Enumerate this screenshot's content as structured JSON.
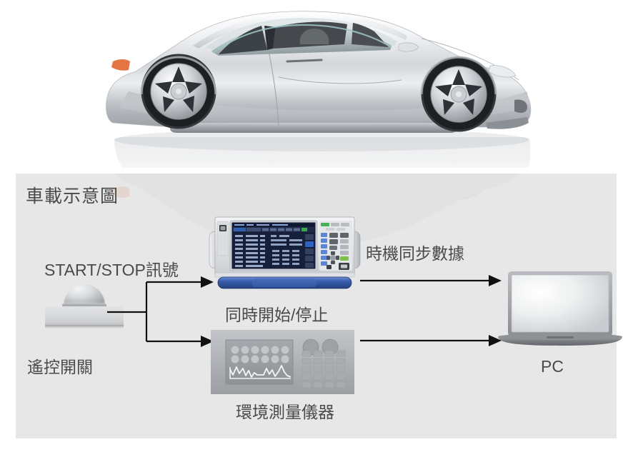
{
  "page": {
    "background": "#ffffff",
    "panel_color": "#e7e7e7",
    "text_color": "#4a4a4a",
    "accent_blue": "#3a5fae"
  },
  "hero": {
    "name": "silver-sports-coupe-side-view",
    "body_color": "#d7dadd",
    "has_reflection": true
  },
  "panel": {
    "title": "車載示意圖"
  },
  "labels": {
    "start_stop_signal": "START/STOP訊號",
    "timing_sync_data": "時機同步數據",
    "simultaneous_start_stop": "同時開始/停止",
    "remote_switch": "遙控開關",
    "environment_meter": "環境測量儀器",
    "pc": "PC"
  },
  "devices": {
    "remote_switch": {
      "name": "remote-switch",
      "shape": "dome-button-on-base",
      "dome_color": "#c9ccd0",
      "base_color": "#d9dadc"
    },
    "data_logger": {
      "name": "memory-recorder",
      "body_color": "#dfe1e4",
      "base_bar_color": "#3a5fae",
      "screen_color": "#16203a",
      "screen_rows": 9,
      "keypad": {
        "green_buttons": 3,
        "blue_buttons": 7,
        "gray_buttons": 12,
        "has_dpad": true
      }
    },
    "environment_meter": {
      "name": "environment-measuring-instrument",
      "body_color": "#b3b6b9",
      "display_color": "#9b9ea1",
      "indicator_dots": 12,
      "knobs": 2,
      "keypad_grid": {
        "cols": 4,
        "rows": 5
      },
      "waveform_points": 22
    },
    "pc": {
      "name": "laptop-computer",
      "bezel_color": "#9a9da1",
      "screen_color": "#f2f3f4",
      "base_color": "#7e8185"
    }
  },
  "connections": [
    {
      "from": "remote_switch",
      "to": "data_logger",
      "style": "branch-arrow"
    },
    {
      "from": "remote_switch",
      "to": "environment_meter",
      "style": "branch-arrow"
    },
    {
      "from": "data_logger",
      "to": "pc",
      "style": "arrow",
      "label": "時機同步數據"
    },
    {
      "from": "environment_meter",
      "to": "pc",
      "style": "arrow"
    }
  ]
}
